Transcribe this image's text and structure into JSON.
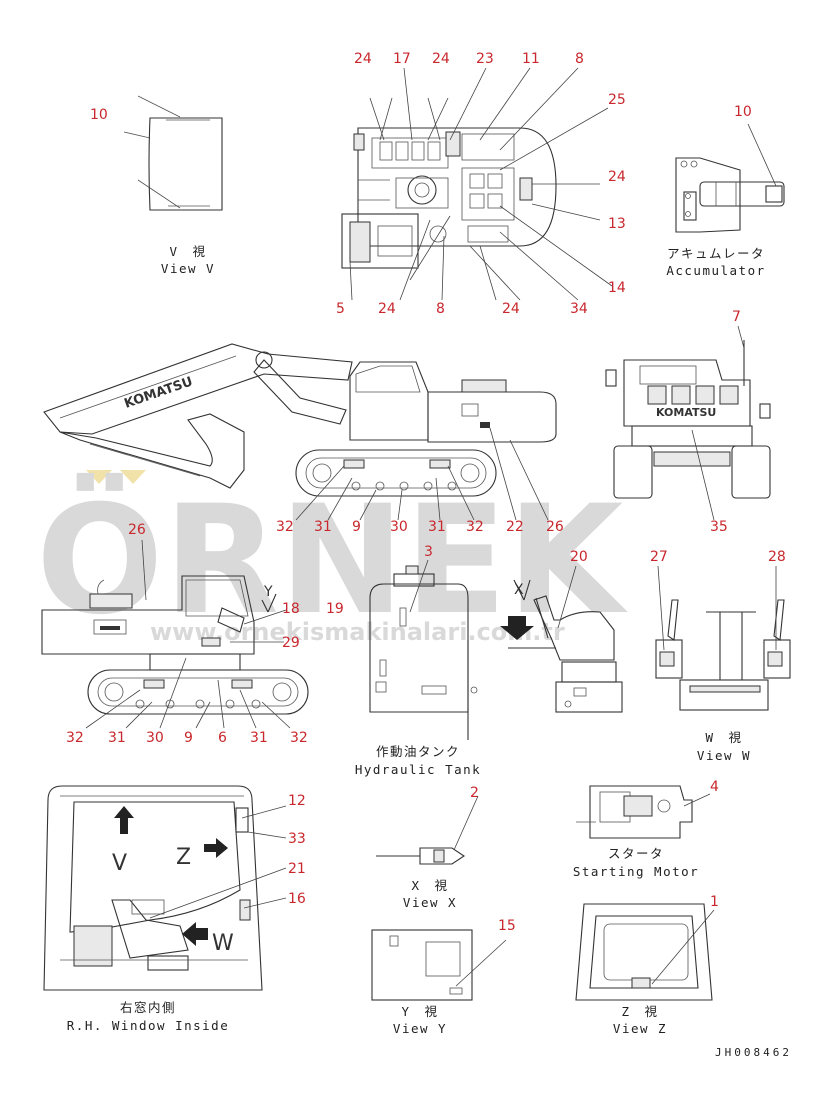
{
  "watermark": {
    "brand": "ÖRNEK",
    "url": "www.ornekismakinalari.com.tr"
  },
  "drawing_code": "JH008462",
  "views": {
    "view_v": {
      "jp": "V　視",
      "en": "View V"
    },
    "accumulator": {
      "jp": "アキュムレータ",
      "en": "Accumulator"
    },
    "hydraulic_tank": {
      "jp": "作動油タンク",
      "en": "Hydraulic Tank"
    },
    "view_w": {
      "jp": "W　視",
      "en": "View W"
    },
    "starting_motor": {
      "jp": "スタータ",
      "en": "Starting Motor"
    },
    "view_x": {
      "jp": "X　視",
      "en": "View X"
    },
    "rh_window": {
      "jp": "右窓内側",
      "en": "R.H. Window Inside"
    },
    "view_y": {
      "jp": "Y　視",
      "en": "View Y"
    },
    "view_z": {
      "jp": "Z　視",
      "en": "View Z"
    }
  },
  "view_letters": {
    "v": "V",
    "w": "W",
    "x": "X",
    "y": "Y",
    "z": "Z"
  },
  "callouts": {
    "c10a": "10",
    "c24a": "24",
    "c17": "17",
    "c24b": "24",
    "c23": "23",
    "c11": "11",
    "c8a": "8",
    "c25": "25",
    "c10b": "10",
    "c24c": "24",
    "c13": "13",
    "c14": "14",
    "c5": "5",
    "c24d": "24",
    "c8b": "8",
    "c24e": "24",
    "c34": "34",
    "c7": "7",
    "c32a": "32",
    "c31a": "31",
    "c9a": "9",
    "c30a": "30",
    "c31b": "31",
    "c32b": "32",
    "c22": "22",
    "c26a": "26",
    "c35": "35",
    "c26b": "26",
    "c3": "3",
    "c20": "20",
    "c27": "27",
    "c28": "28",
    "c18": "18",
    "c19": "19",
    "c29": "29",
    "c32c": "32",
    "c31c": "31",
    "c30b": "30",
    "c9b": "9",
    "c6": "6",
    "c31d": "31",
    "c32d": "32",
    "c12": "12",
    "c2": "2",
    "c4": "4",
    "c33": "33",
    "c21": "21",
    "c16": "16",
    "c15": "15",
    "c1": "1"
  }
}
